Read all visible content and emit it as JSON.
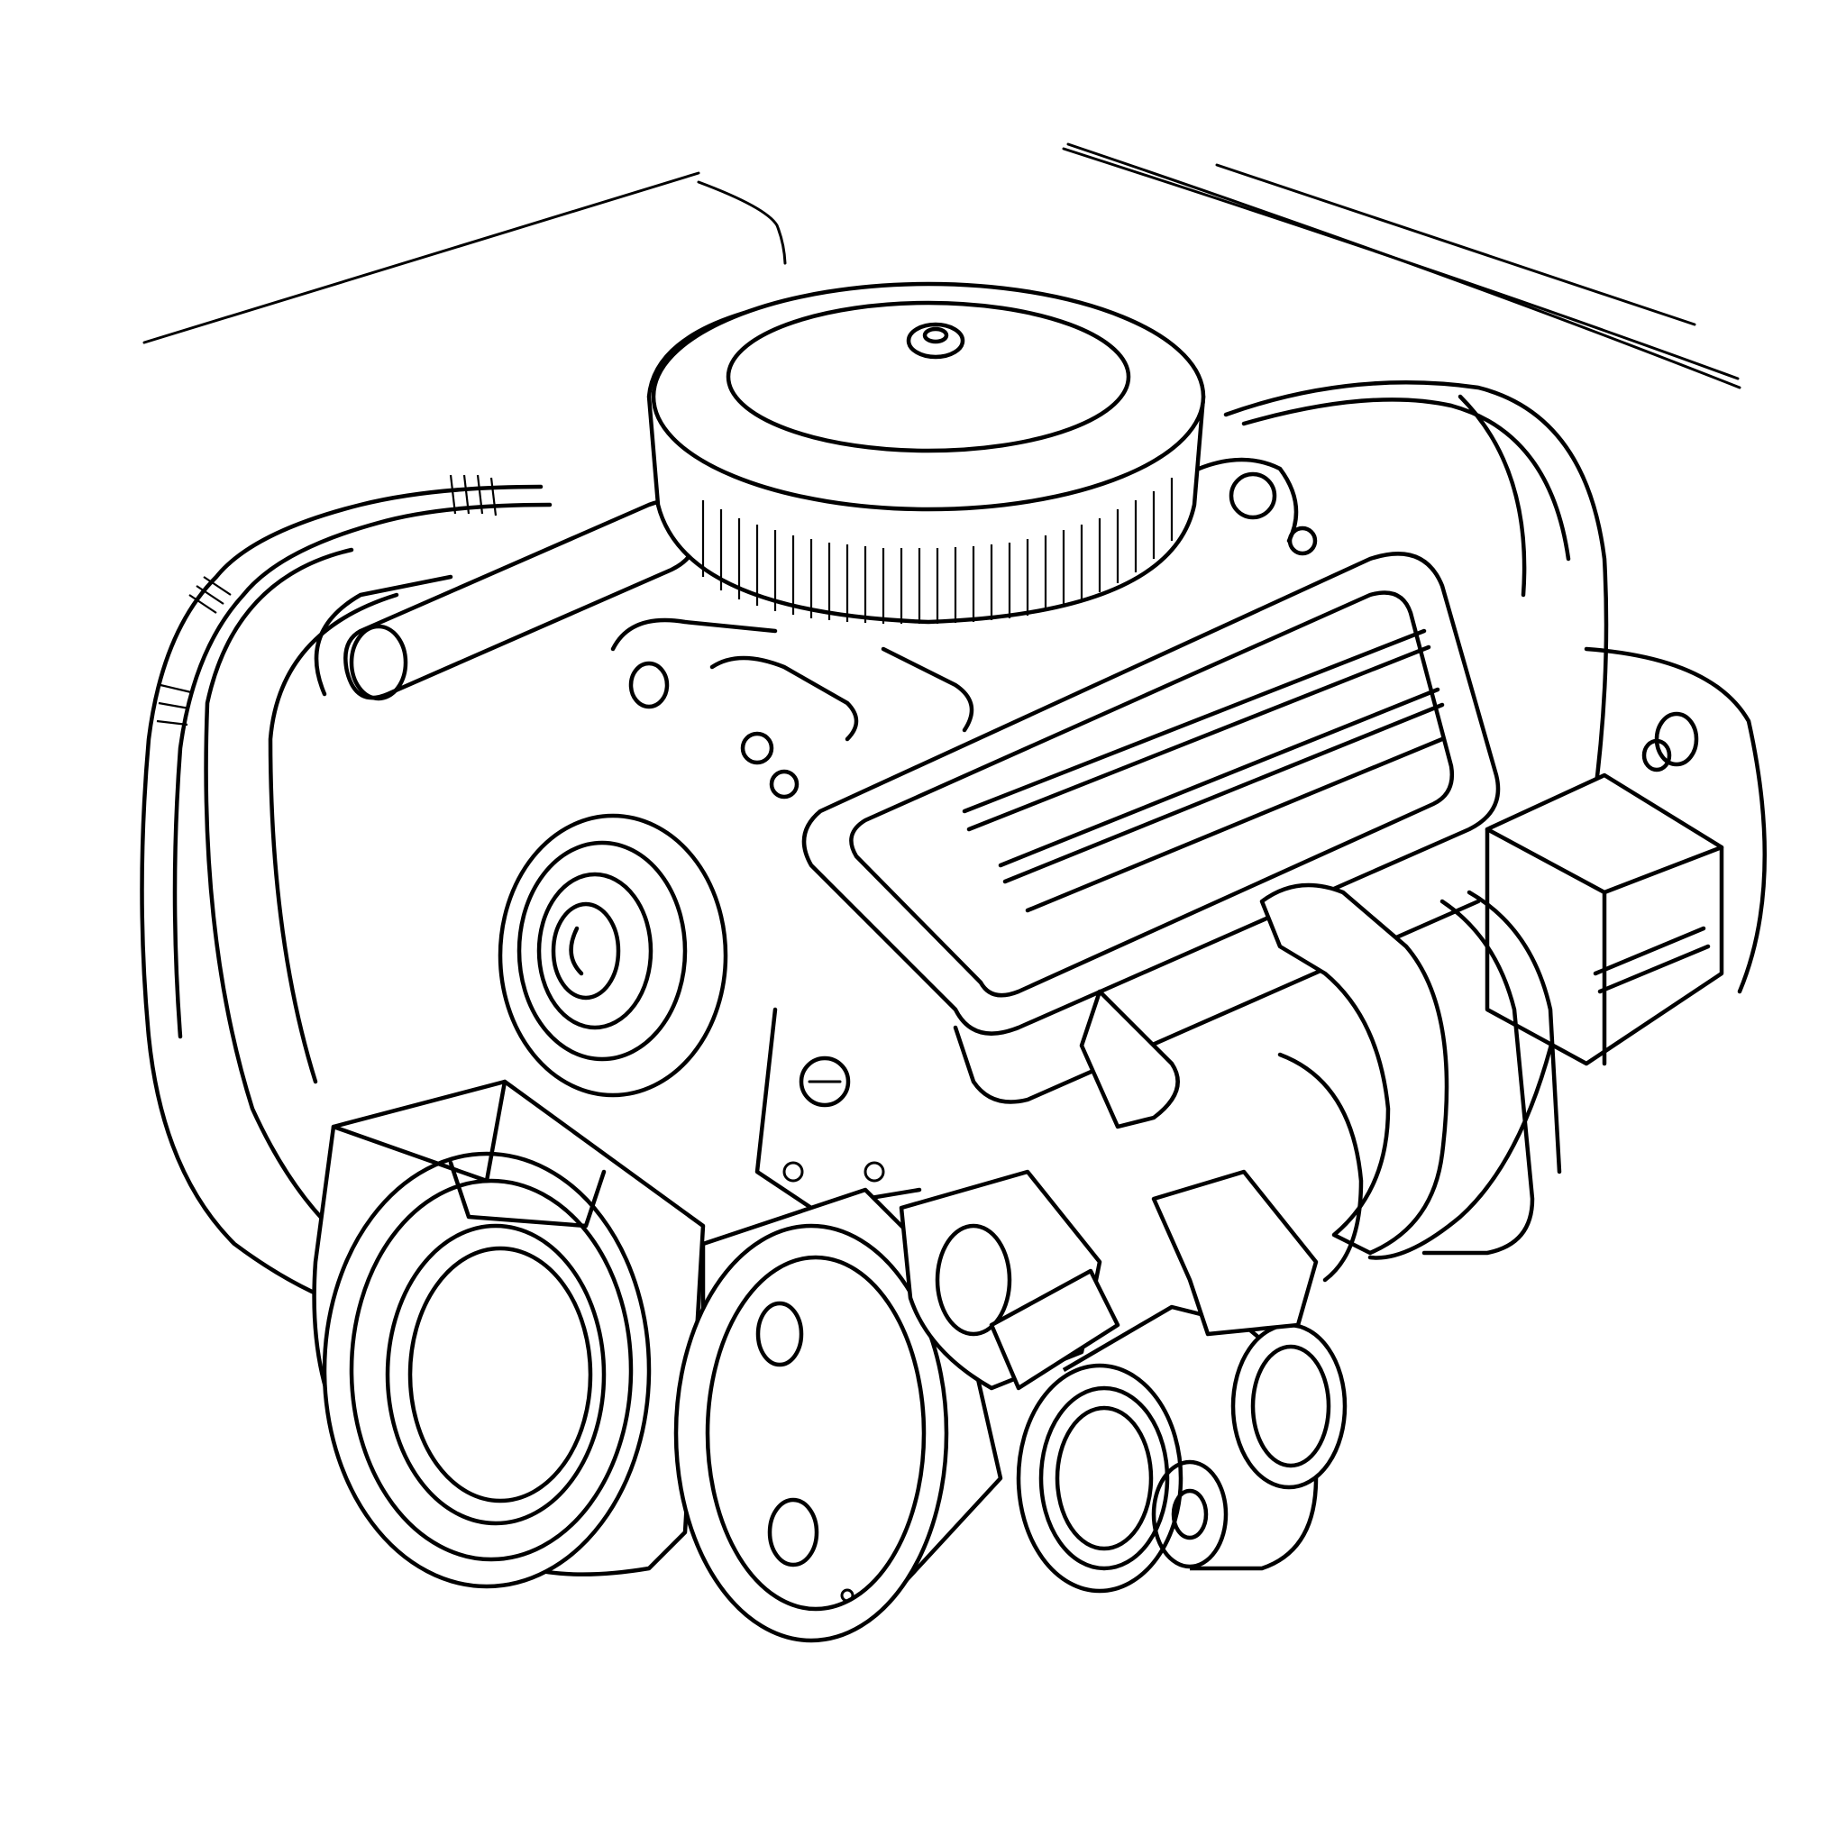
{
  "illustration": {
    "title": "",
    "subject": "V8 engine in engine bay (line drawing)",
    "background": "#ffffff",
    "stroke_color": "#000000",
    "components": [
      {
        "id": "hood-edge",
        "label": "hood edge"
      },
      {
        "id": "air-cleaner",
        "label": "round air cleaner"
      },
      {
        "id": "valve-cover-right",
        "label": "valve cover"
      },
      {
        "id": "valve-cover-left",
        "label": "valve cover"
      },
      {
        "id": "ac-compressor",
        "label": "A/C compressor"
      },
      {
        "id": "alternator",
        "label": "alternator"
      },
      {
        "id": "power-steering-pump",
        "label": "power steering pump"
      },
      {
        "id": "water-pump",
        "label": "water pump"
      },
      {
        "id": "radiator-hose",
        "label": "radiator hose"
      },
      {
        "id": "wiring-harness",
        "label": "wiring harness"
      },
      {
        "id": "battery",
        "label": "battery"
      },
      {
        "id": "fender-well",
        "label": "fender well"
      }
    ]
  }
}
